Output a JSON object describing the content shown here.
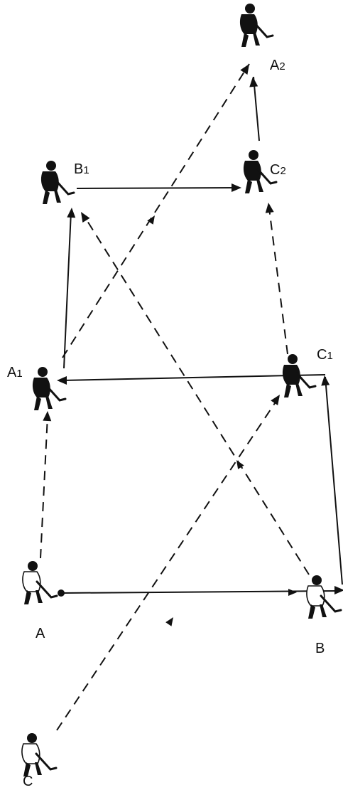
{
  "players": {
    "A": {
      "letter": "A",
      "sub": ""
    },
    "B": {
      "letter": "B",
      "sub": ""
    },
    "C": {
      "letter": "C",
      "sub": ""
    },
    "A1": {
      "letter": "A",
      "sub": "1"
    },
    "B1": {
      "letter": "B",
      "sub": "1"
    },
    "C1": {
      "letter": "C",
      "sub": "1"
    },
    "A2": {
      "letter": "A",
      "sub": "2"
    },
    "C2": {
      "letter": "C",
      "sub": "2"
    }
  }
}
